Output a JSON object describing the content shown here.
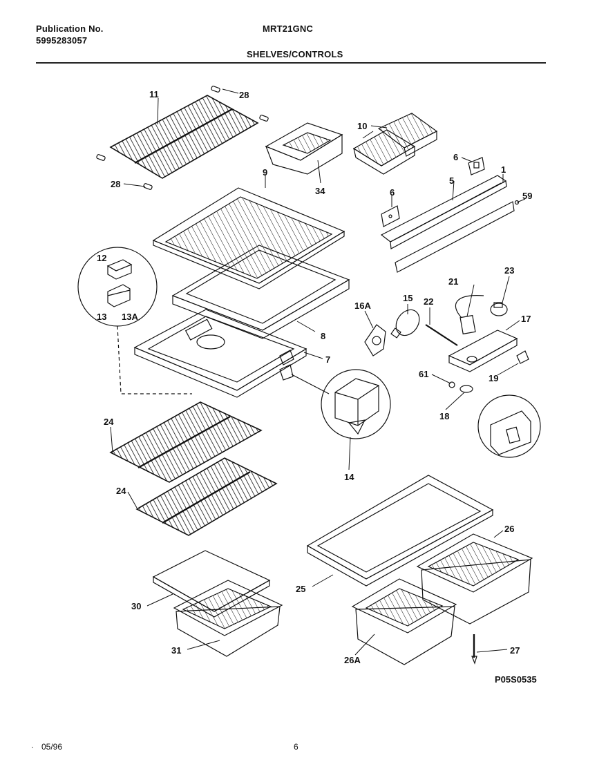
{
  "header": {
    "publication_label": "Publication No.",
    "publication_number": "5995283057",
    "model": "MRT21GNC",
    "section": "SHELVES/CONTROLS"
  },
  "callouts": {
    "c11": "11",
    "c28a": "28",
    "c28b": "28",
    "c34": "34",
    "c10": "10",
    "c6a": "6",
    "c1": "1",
    "c5": "5",
    "c59": "59",
    "c6b": "6",
    "c9": "9",
    "c12": "12",
    "c13": "13",
    "c13a": "13A",
    "c8": "8",
    "c7": "7",
    "c16a": "16A",
    "c15": "15",
    "c22": "22",
    "c21": "21",
    "c23": "23",
    "c17": "17",
    "c61": "61",
    "c19": "19",
    "c18": "18",
    "c14": "14",
    "c24a": "24",
    "c24b": "24",
    "c26": "26",
    "c25": "25",
    "c26a": "26A",
    "c27": "27",
    "c30": "30",
    "c31": "31"
  },
  "drawing_code": "P05S0535",
  "footer": {
    "date": "05/96",
    "page": "6"
  }
}
